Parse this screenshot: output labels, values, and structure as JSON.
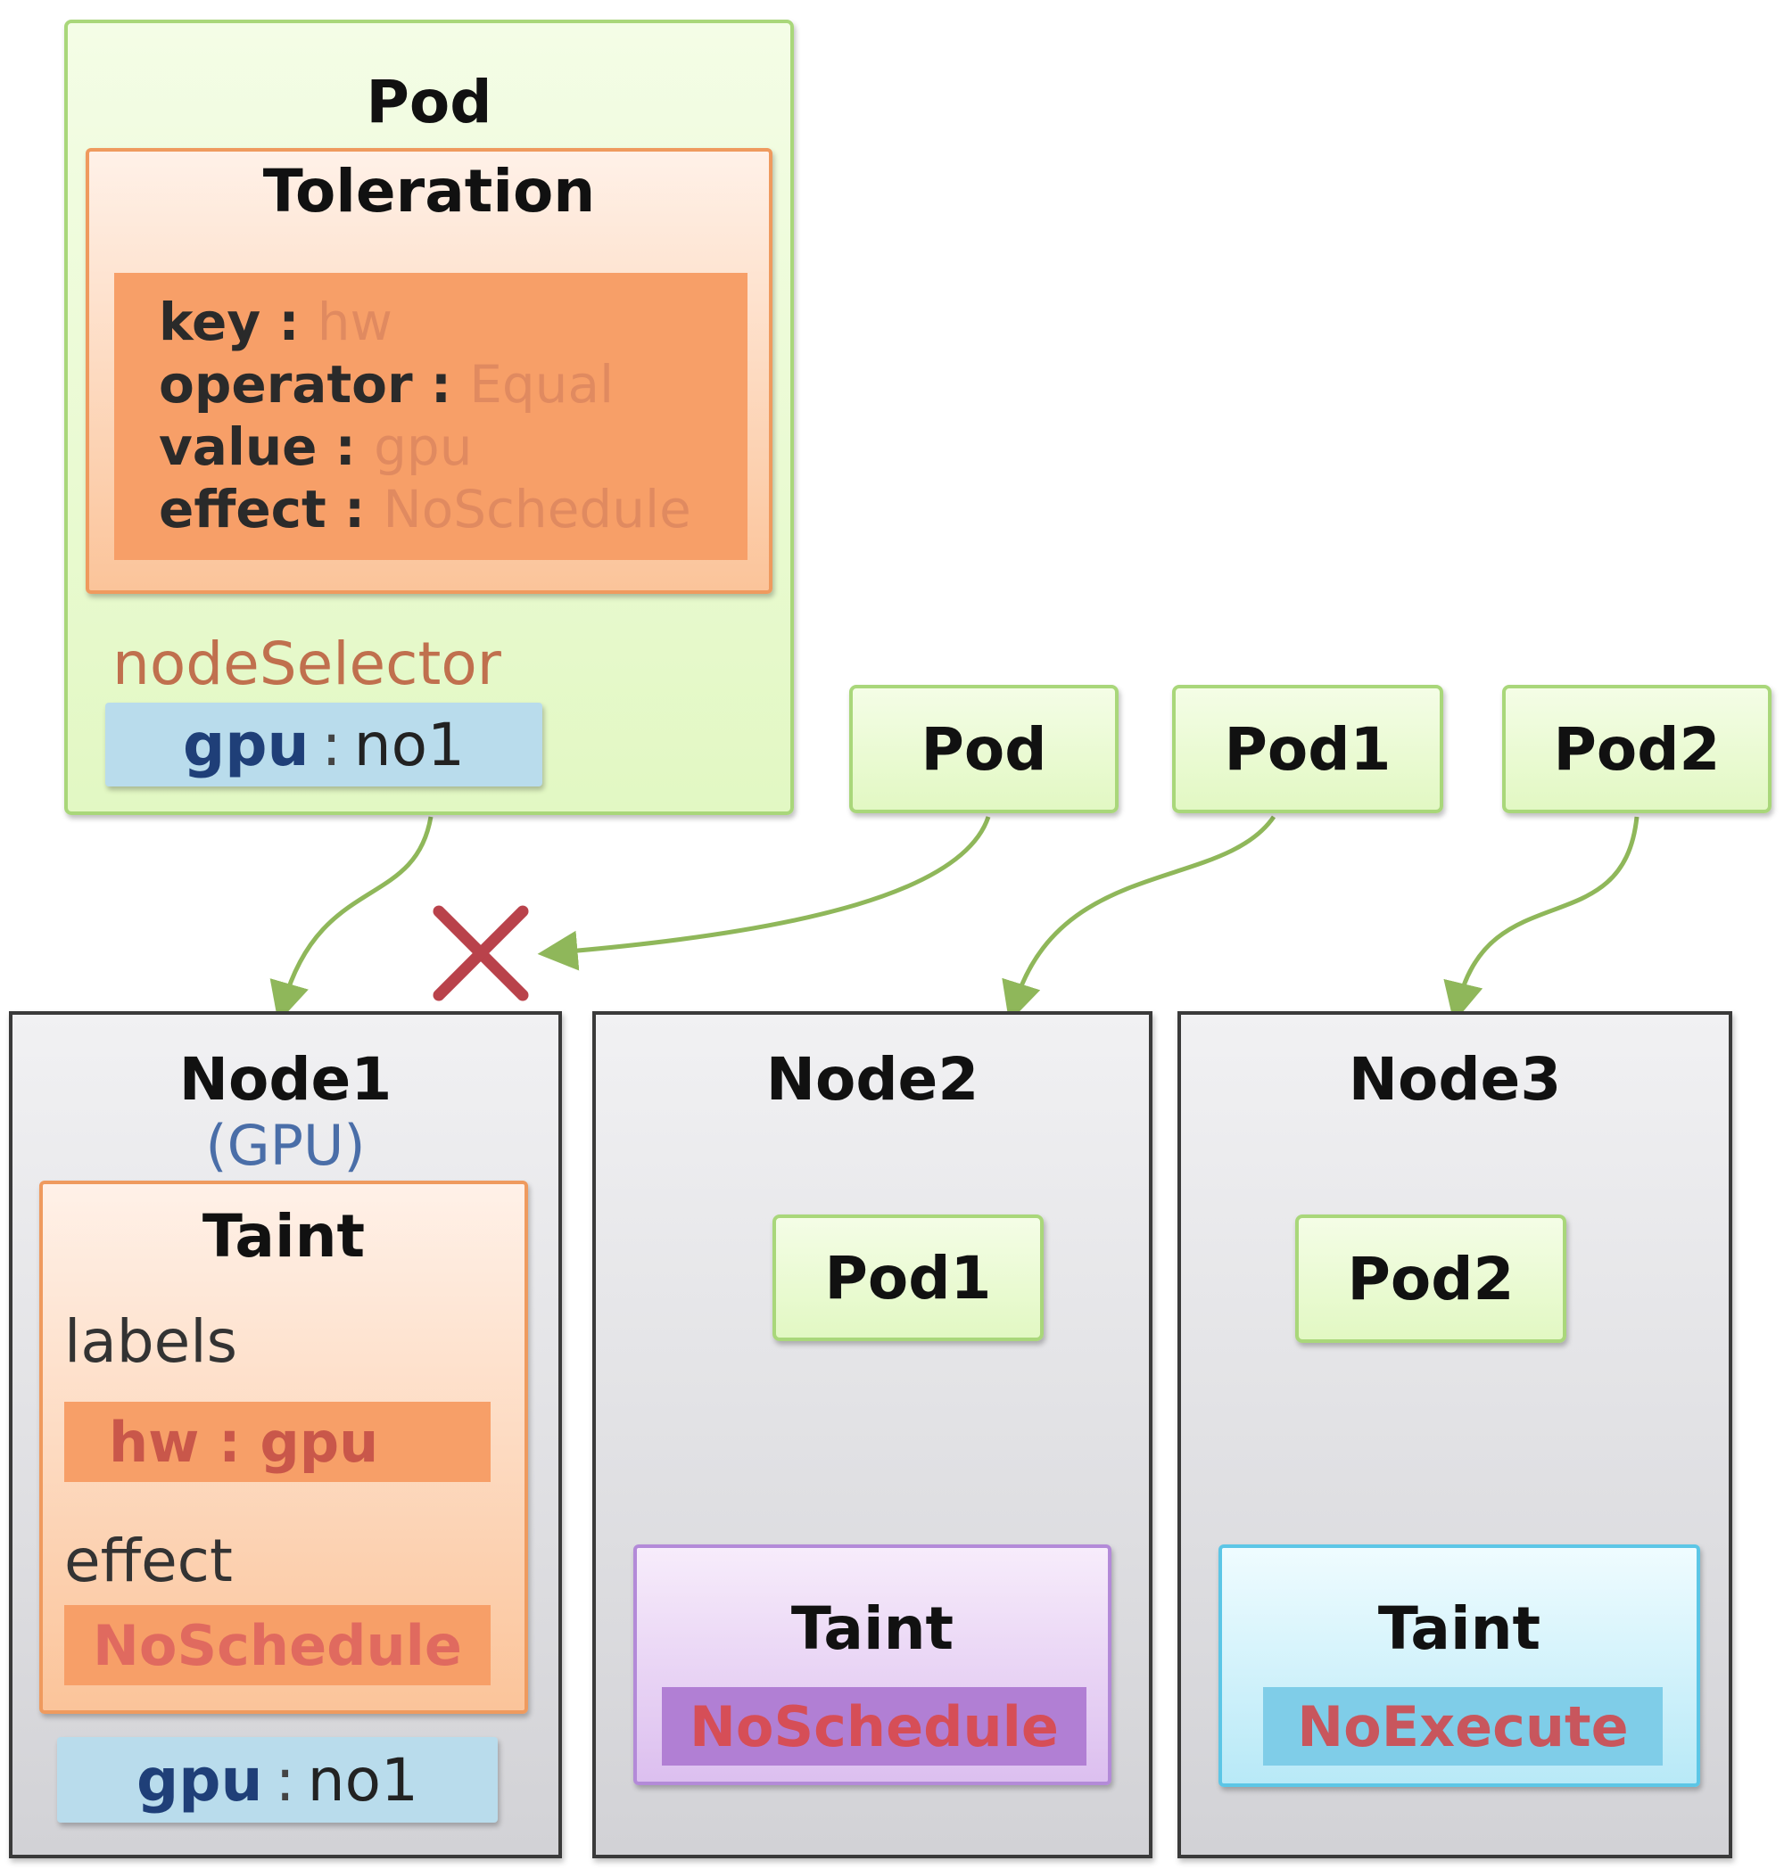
{
  "top_pod": {
    "title": "Pod",
    "toleration": {
      "title": "Toleration",
      "fields": [
        {
          "key": "key",
          "value": "hw"
        },
        {
          "key": "operator",
          "value": "Equal"
        },
        {
          "key": "value",
          "value": "gpu"
        },
        {
          "key": "effect",
          "value": "NoSchedule"
        }
      ]
    },
    "node_selector_label": "nodeSelector",
    "node_selector": {
      "key": "gpu",
      "value": "no1"
    }
  },
  "small_pods": [
    {
      "label": "Pod"
    },
    {
      "label": "Pod1"
    },
    {
      "label": "Pod2"
    }
  ],
  "separator": ":",
  "nodes": [
    {
      "title": "Node1",
      "subtitle": "(GPU)",
      "taint": {
        "title": "Taint",
        "labels_heading": "labels",
        "label_value": "hw : gpu",
        "effect_heading": "effect",
        "effect_value": "NoSchedule"
      },
      "label": {
        "key": "gpu",
        "value": "no1"
      }
    },
    {
      "title": "Node2",
      "pod": "Pod1",
      "taint": {
        "title": "Taint",
        "effect": "NoSchedule"
      }
    },
    {
      "title": "Node3",
      "pod": "Pod2",
      "taint": {
        "title": "Taint",
        "effect": "NoExecute"
      }
    }
  ],
  "colors": {
    "arrow": "#8fb75a",
    "cross": "#b9424b",
    "warning": "#cf4a4a"
  }
}
